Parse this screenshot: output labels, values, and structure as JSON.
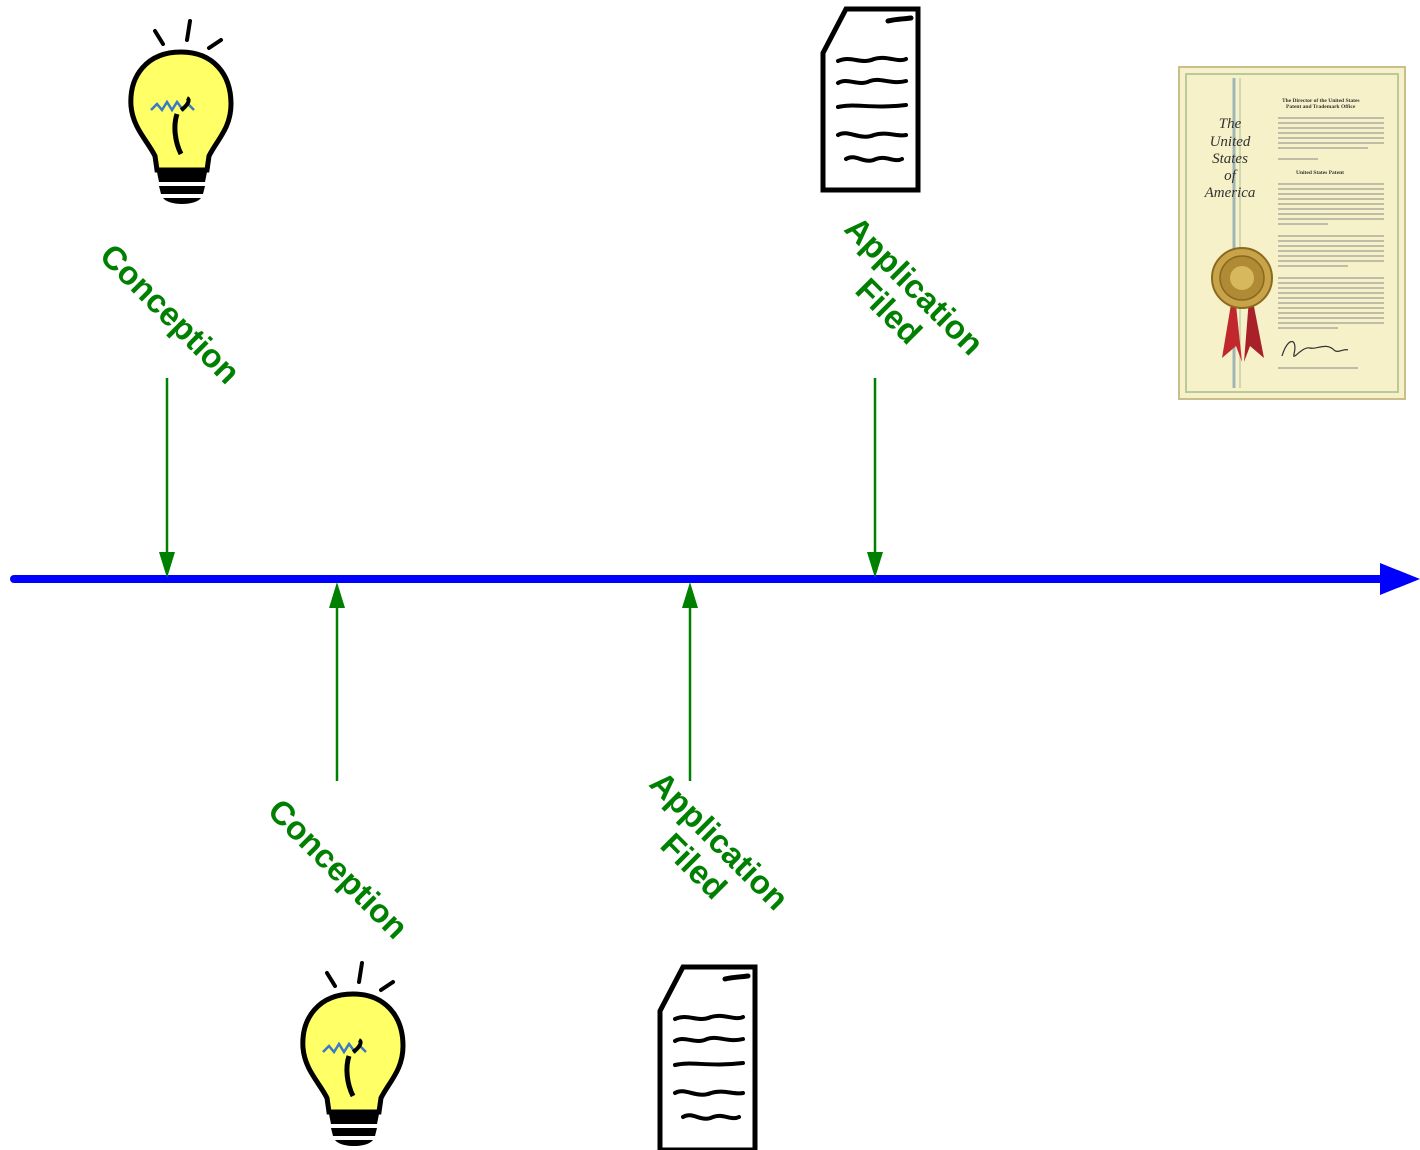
{
  "colors": {
    "timeline": "#0000ff",
    "marker": "#008000",
    "label": "#008000",
    "bulb_fill": "#ffff66",
    "certificate_bg": "#f6f1c8",
    "seal_gold": "#c8a34a",
    "ribbon_red": "#c0282d"
  },
  "events_above": {
    "conception_label": "Conception",
    "application_label_line1": "Application",
    "application_label_line2": "Filed"
  },
  "events_below": {
    "conception_label": "Conception",
    "application_label_line1": "Application",
    "application_label_line2": "Filed"
  },
  "icons": {
    "conception_above": "light-bulb-icon",
    "application_above": "document-icon",
    "patent": "patent-certificate-icon",
    "conception_below": "light-bulb-icon",
    "application_below": "document-icon"
  },
  "certificate": {
    "left_title": [
      "The",
      "United",
      "States",
      "of",
      "America"
    ],
    "header": "The Director of the United States Patent and Trademark Office",
    "subheader": "United States Patent"
  }
}
